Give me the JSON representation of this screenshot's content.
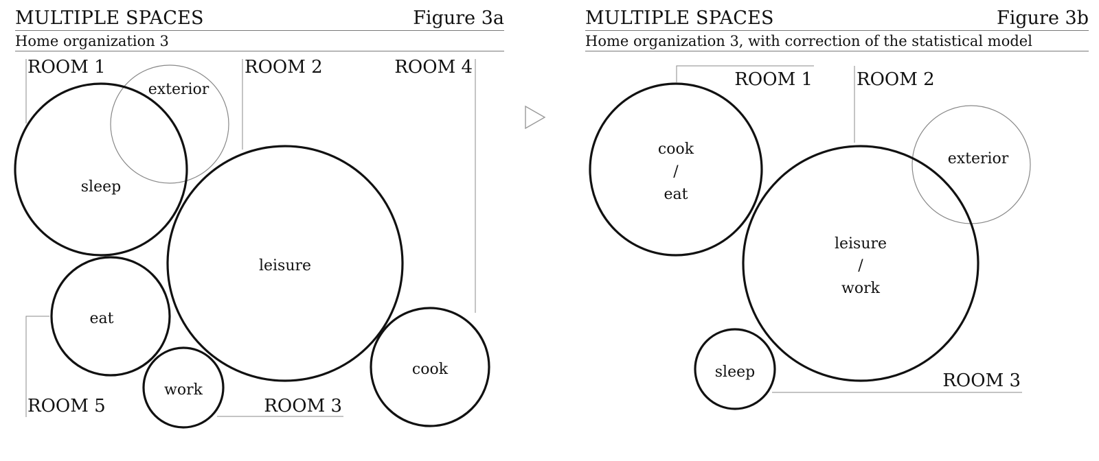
{
  "panel_a": {
    "title": "MULTIPLE SPACES",
    "figure": "Figure 3a",
    "subtitle": "Home organization 3",
    "rooms": {
      "room1": "ROOM 1",
      "room2": "ROOM 2",
      "room3": "ROOM 3",
      "room4": "ROOM 4",
      "room5": "ROOM 5"
    },
    "activities": {
      "sleep": "sleep",
      "exterior": "exterior",
      "leisure": "leisure",
      "eat": "eat",
      "work": "work",
      "cook": "cook"
    }
  },
  "panel_b": {
    "title": "MULTIPLE SPACES",
    "figure": "Figure 3b",
    "subtitle": "Home organization 3, with correction of the statistical model",
    "rooms": {
      "room1": "ROOM 1",
      "room2": "ROOM 2",
      "room3": "ROOM 3"
    },
    "activities": {
      "cook": "cook",
      "slash1": "/",
      "eat": "eat",
      "exterior": "exterior",
      "leisure": "leisure",
      "slash2": "/",
      "work": "work",
      "sleep": "sleep"
    }
  },
  "icons": {
    "transition": "triangle-right-outline-icon"
  },
  "colors": {
    "stroke": "#111111",
    "thin_stroke": "#888888",
    "background": "#ffffff"
  }
}
